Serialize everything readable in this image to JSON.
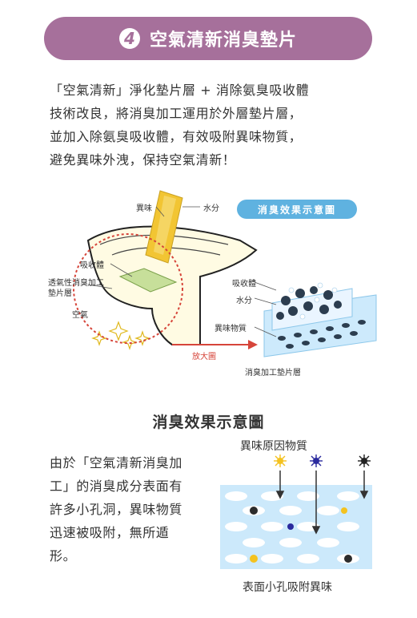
{
  "banner": {
    "number": "4",
    "title": "空氣清新消臭墊片"
  },
  "intro": {
    "lines": [
      "「空氣清新」淨化墊片層 + 消除氨臭吸收體",
      "技術改良，將消臭加工運用於外層墊片層，",
      "並加入除氨臭吸收體，有效吸附異味物質，",
      "避免異味外洩，保持空氣清新！"
    ]
  },
  "diagram": {
    "tag": "消臭效果示意圖",
    "labels": {
      "odor": "異味",
      "moisture": "水分",
      "absorber": "吸收體",
      "breathable_line1": "透氣性消臭加工",
      "breathable_line2": "墊片層",
      "air": "空氣",
      "zoom": "放大圖",
      "absorber_right": "吸收體",
      "moisture_right": "水分",
      "odor_substance": "異味物質",
      "pad_layer": "消臭加工墊片層"
    }
  },
  "section2": {
    "title": "消臭效果示意圖",
    "lines": [
      "由於「空氣清新消臭加",
      "工」的消臭成分表面有",
      "許多小孔洞，異味物質",
      "迅速被吸附，無所遁",
      "形。"
    ],
    "top_label": "異味原因物質",
    "bottom_label": "表面小孔吸附異味"
  }
}
